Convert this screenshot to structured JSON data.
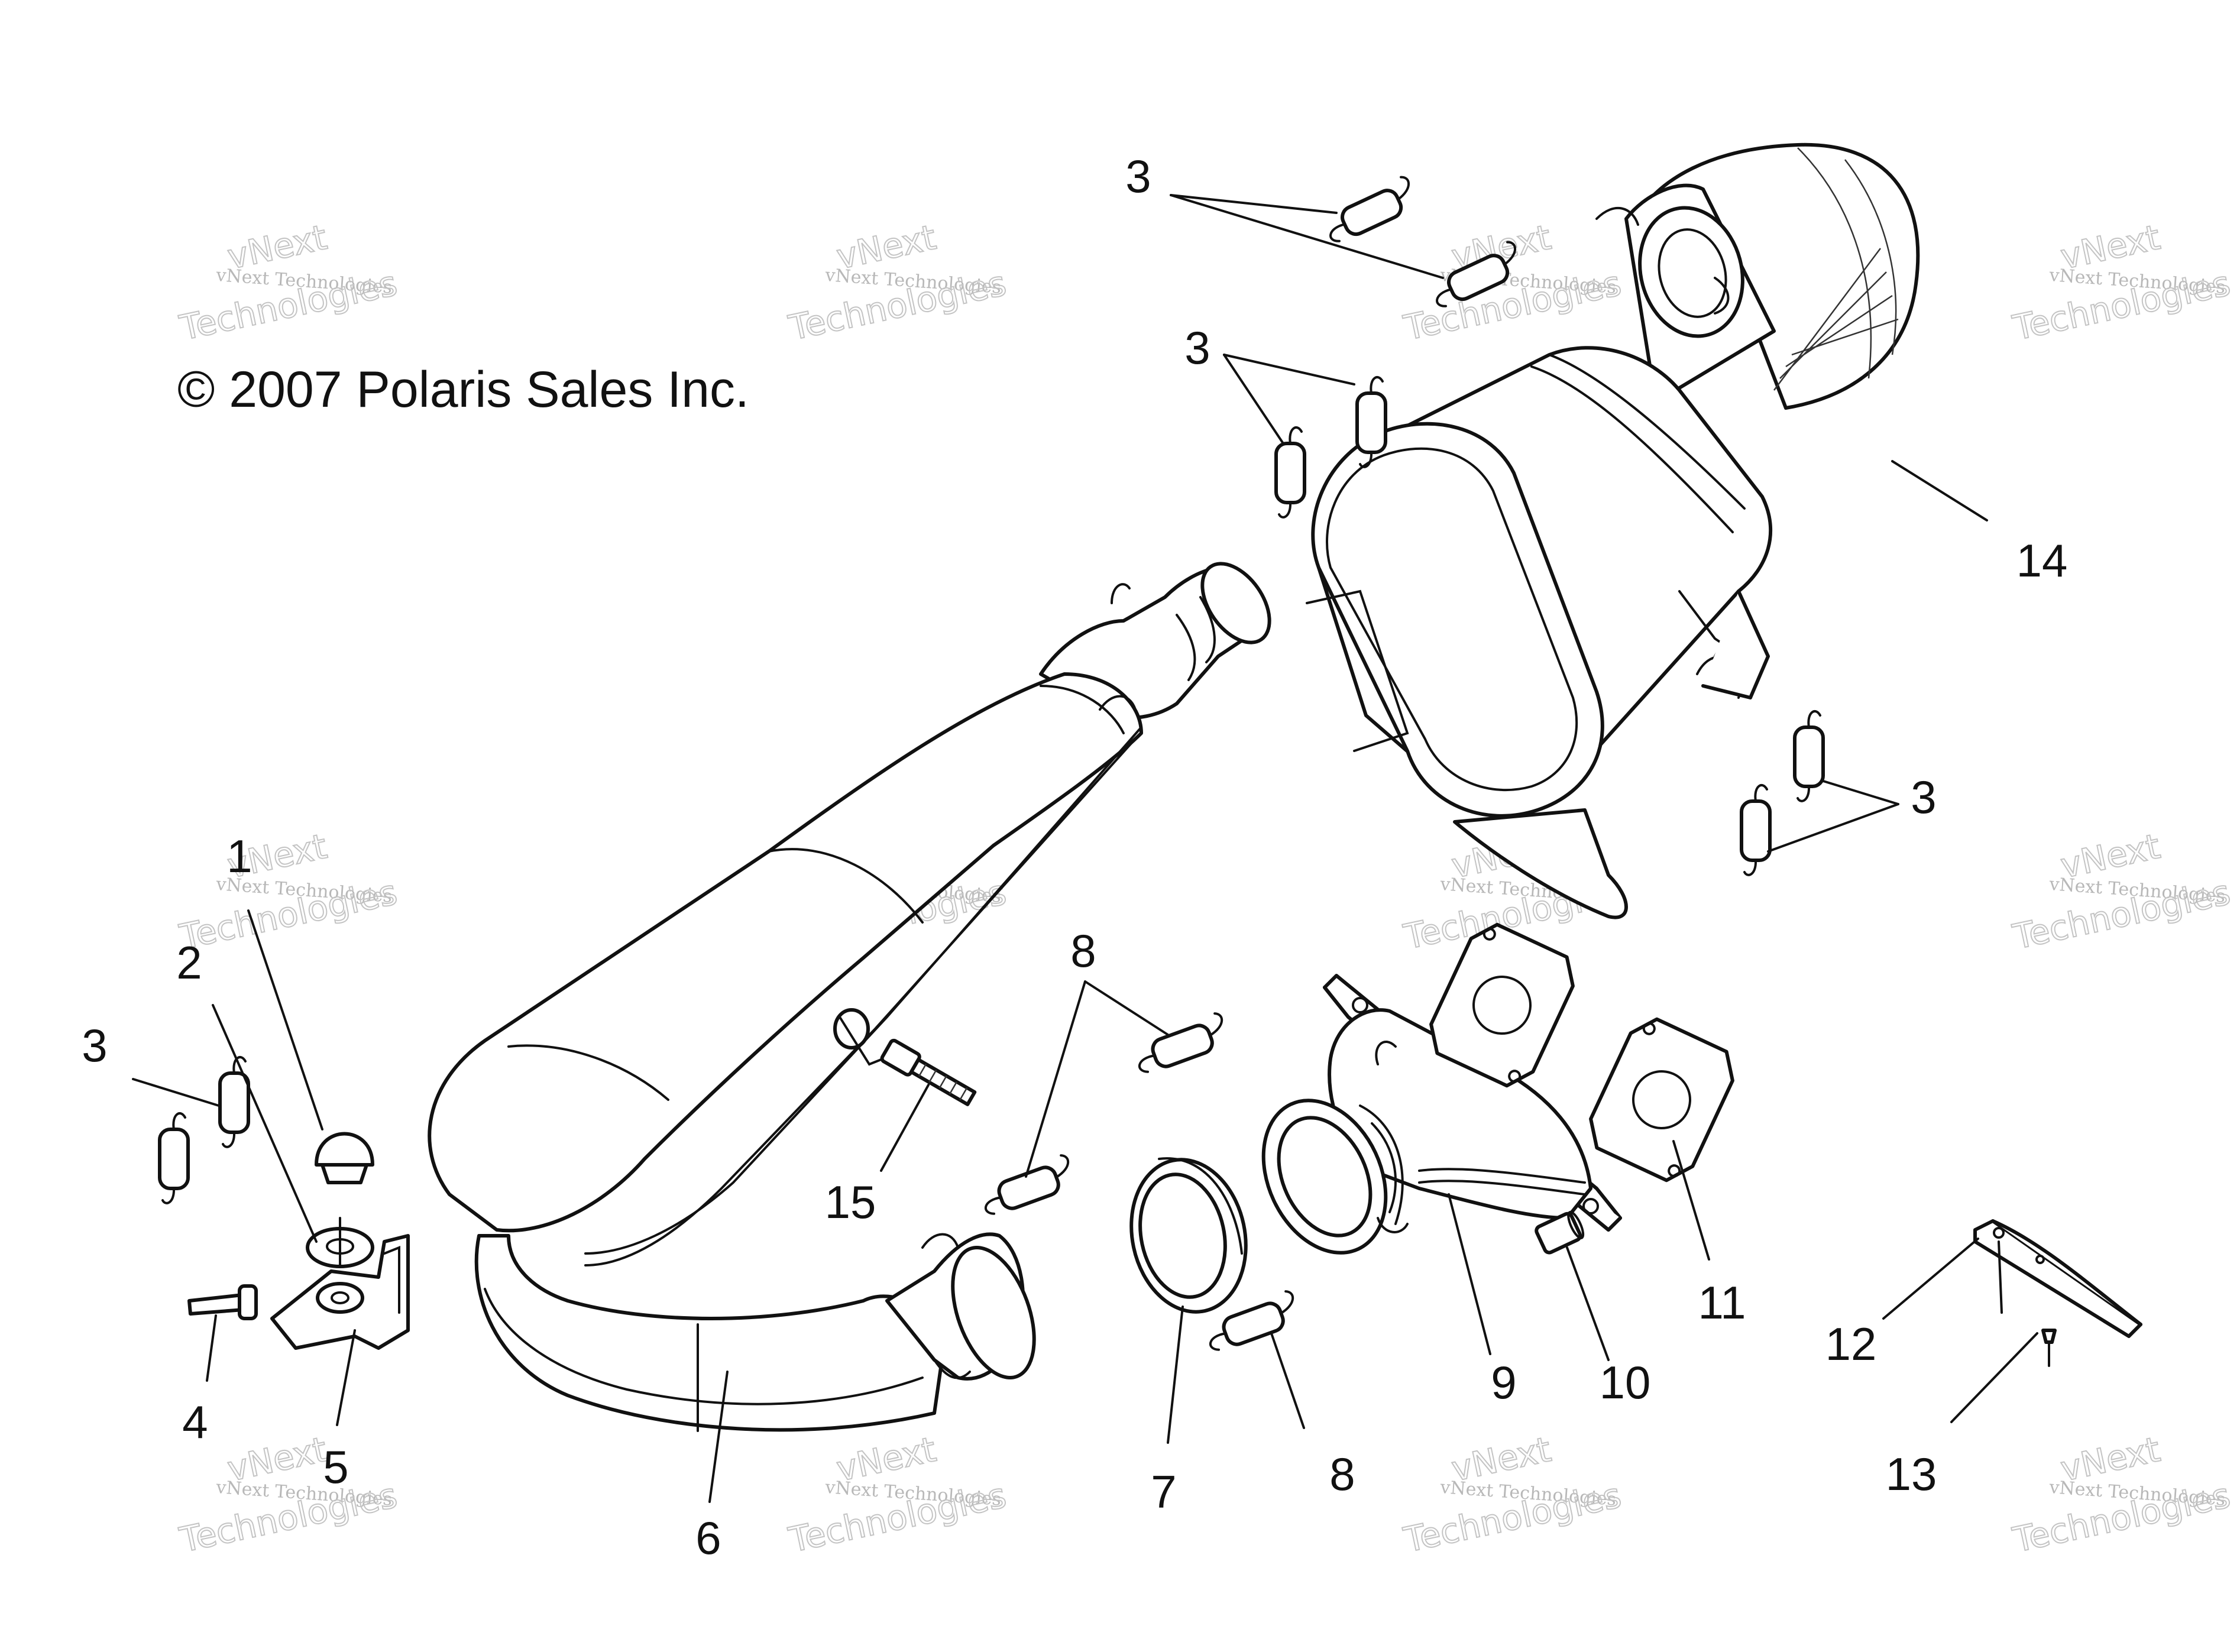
{
  "copyright": "© 2007 Polaris Sales Inc.",
  "watermark": {
    "line1": "vNext Technologies",
    "big_a": "vNext",
    "big_b": "Technologies"
  },
  "callouts": [
    "1",
    "2",
    "3",
    "4",
    "5",
    "6",
    "7",
    "8",
    "9",
    "10",
    "11",
    "12",
    "13",
    "14",
    "15"
  ],
  "colors": {
    "line": "#111111",
    "background": "#ffffff",
    "watermark": "#c0c0c0"
  }
}
